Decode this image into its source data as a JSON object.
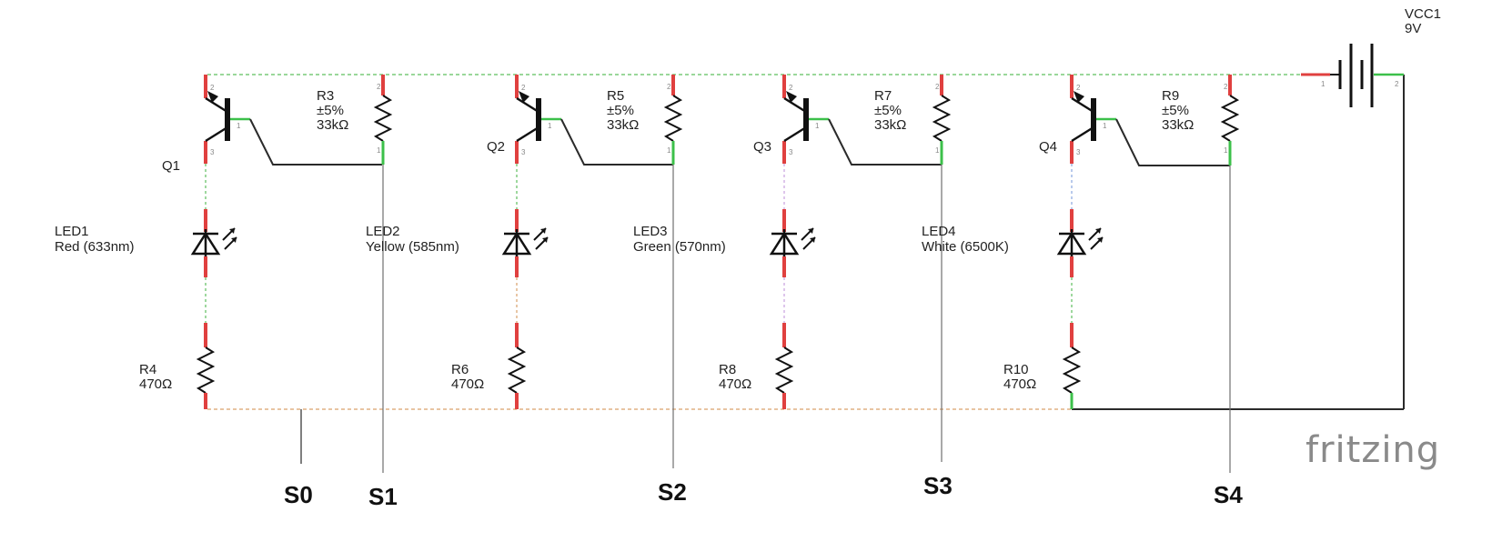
{
  "power": {
    "name": "VCC1",
    "voltage": "9V",
    "pin_neg": "1",
    "pin_pos": "2"
  },
  "stages": [
    {
      "transistor": "Q1",
      "base_resistor": {
        "name": "R3",
        "tolerance": "±5%",
        "value": "33kΩ"
      },
      "led": {
        "name": "LED1",
        "desc": "Red (633nm)"
      },
      "series_resistor": {
        "name": "R4",
        "value": "470Ω"
      },
      "signal": "S1"
    },
    {
      "transistor": "Q2",
      "base_resistor": {
        "name": "R5",
        "tolerance": "±5%",
        "value": "33kΩ"
      },
      "led": {
        "name": "LED2",
        "desc": "Yellow (585nm)"
      },
      "series_resistor": {
        "name": "R6",
        "value": "470Ω"
      },
      "signal": "S2"
    },
    {
      "transistor": "Q3",
      "base_resistor": {
        "name": "R7",
        "tolerance": "±5%",
        "value": "33kΩ"
      },
      "led": {
        "name": "LED3",
        "desc": "Green (570nm)"
      },
      "series_resistor": {
        "name": "R8",
        "value": "470Ω"
      },
      "signal": "S3"
    },
    {
      "transistor": "Q4",
      "base_resistor": {
        "name": "R9",
        "tolerance": "±5%",
        "value": "33kΩ"
      },
      "led": {
        "name": "LED4",
        "desc": "White (6500K)"
      },
      "series_resistor": {
        "name": "R10",
        "value": "470Ω"
      },
      "signal": "S4"
    }
  ],
  "ground_signal": "S0",
  "pin_labels": {
    "one": "1",
    "two": "2",
    "three": "3"
  },
  "brand": "fritzing",
  "colors": {
    "pin_red": "#e0403f",
    "pin_green": "#3cc04a",
    "wire": "#2a2a2a",
    "thin_wire": "#707070",
    "dashed_top": "#5dbf5d",
    "dashed_bottom": "#d9a06a",
    "brand_gray": "#8a8a8a"
  }
}
